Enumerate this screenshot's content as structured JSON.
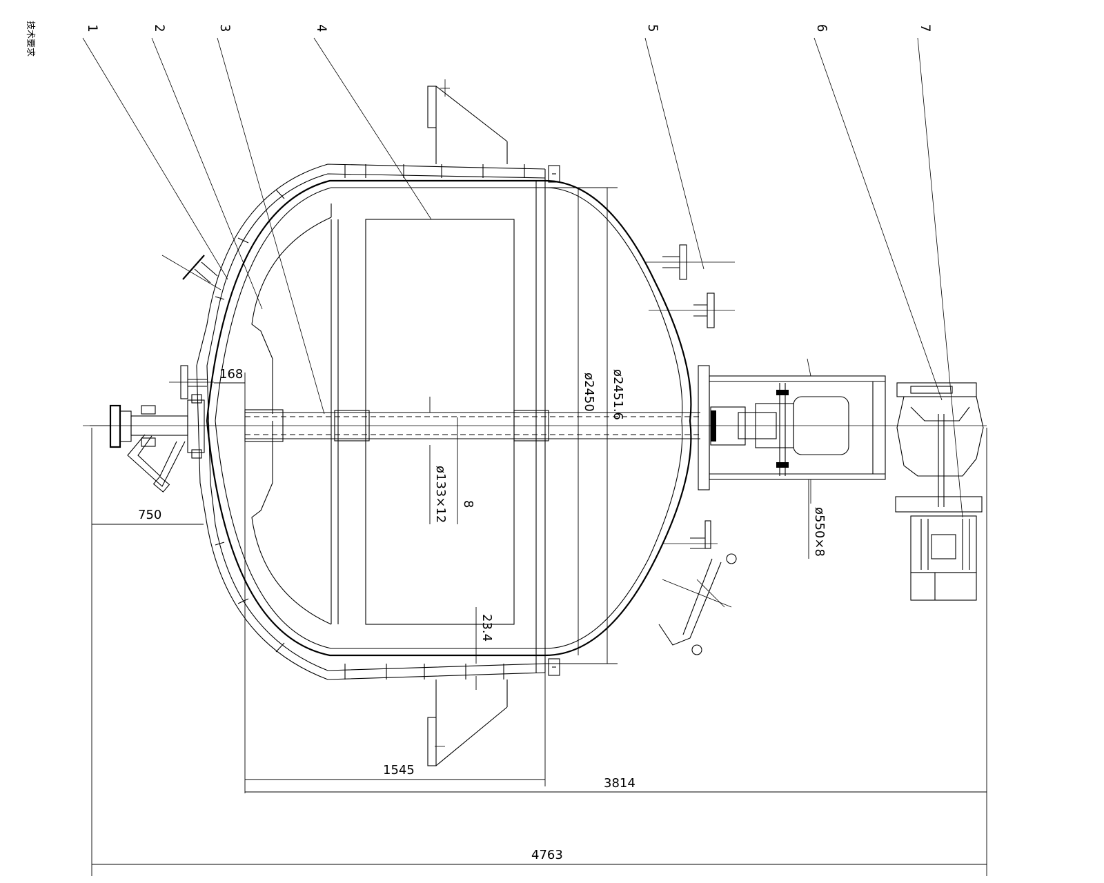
{
  "corner_note": "技术要求",
  "part_labels": [
    "1",
    "2",
    "3",
    "4",
    "5",
    "6",
    "7"
  ],
  "dimensions": {
    "d_168": "168",
    "d_750": "750",
    "d_1545": "1545",
    "d_3814": "3814",
    "d_4763": "4763",
    "d_phi2450": "ø2450",
    "d_phi2451": "ø2451.6",
    "d_shaft": "ø133×12",
    "d_8": "8",
    "d_234": "23.4",
    "d_motor_pipe": "ø550×8"
  }
}
